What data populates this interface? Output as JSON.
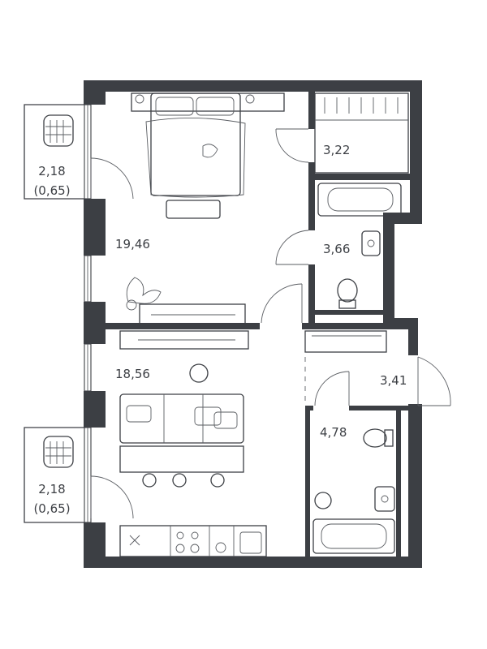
{
  "rooms": [
    {
      "id": "balcony-top",
      "area": "2,18",
      "reduced": "(0,65)"
    },
    {
      "id": "bedroom",
      "area": "19,46"
    },
    {
      "id": "wardrobe",
      "area": "3,22"
    },
    {
      "id": "bathroom-top",
      "area": "3,66"
    },
    {
      "id": "living-kitchen",
      "area": "18,56"
    },
    {
      "id": "hallway",
      "area": "3,41"
    },
    {
      "id": "bathroom-bottom",
      "area": "4,78"
    },
    {
      "id": "balcony-bottom",
      "area": "2,18",
      "reduced": "(0,65)"
    }
  ],
  "colors": {
    "wall": "#3c3f44",
    "background": "#ffffff"
  }
}
